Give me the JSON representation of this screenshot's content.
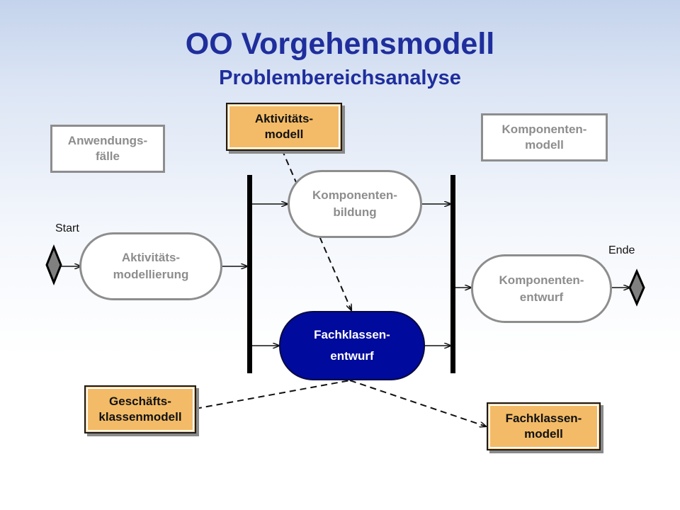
{
  "title": "OO Vorgehensmodell",
  "subtitle": "Problembereichsanalyse",
  "artifacts": {
    "aktivitaetsmodell": [
      "Aktivitäts-",
      "modell"
    ],
    "anwendungsfaelle": [
      "Anwendungs-",
      "fälle"
    ],
    "komponentenmodell": [
      "Komponenten-",
      "modell"
    ],
    "geschaeftsklassenmodell": [
      "Geschäfts-",
      "klassenmodell"
    ],
    "fachklassenmodell": [
      "Fachklassen-",
      "modell"
    ]
  },
  "activities": {
    "aktivitaetsmodellierung": [
      "Aktivitäts-",
      "modellierung"
    ],
    "komponentenbildung": [
      "Komponenten-",
      "bildung"
    ],
    "fachklassenentwurf": [
      "Fachklassen-",
      "entwurf"
    ],
    "komponentenentwurf": [
      "Komponenten-",
      "entwurf"
    ]
  },
  "start_label": "Start",
  "end_label": "Ende",
  "colors": {
    "title": "#1f2e9c",
    "artifact_fill": "#f3bb67",
    "highlight_activity": "#000a9c",
    "inactive": "#8d8d8d"
  }
}
